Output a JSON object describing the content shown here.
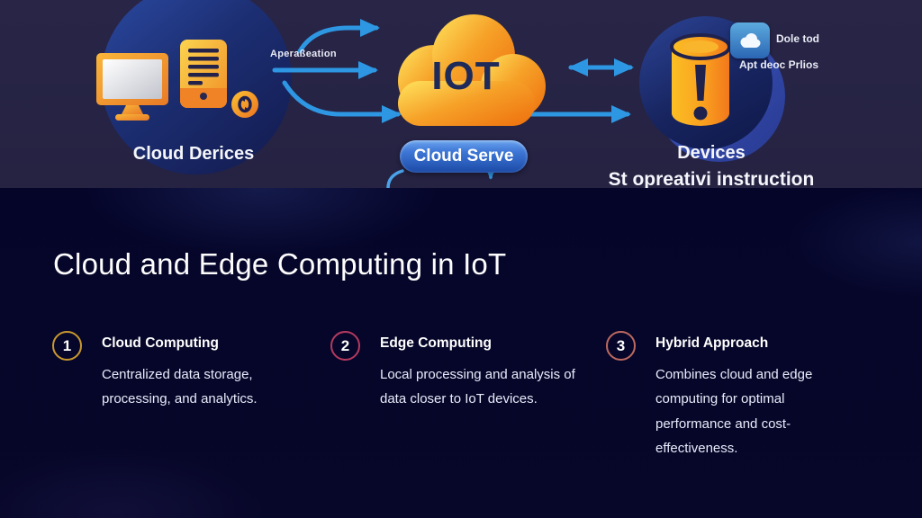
{
  "illustration": {
    "cloud_devices_label": "Cloud Derices",
    "flow_label": "Aperaßeation",
    "iot_cloud_label": "IOT",
    "cloud_server_label": "Cloud Serve",
    "app_badge_label_1": "Dole tod",
    "app_badge_label_2": "Apt deoc Prlios",
    "devices_label": "Devices",
    "devices_sublabel": "St opreativi instruction",
    "icons": {
      "monitor": "monitor-icon",
      "tablet": "tablet-icon",
      "sync": "sync-icon",
      "iot_cloud": "iot-cloud-icon",
      "database_alert": "database-alert-icon",
      "cloud_app": "cloud-app-icon"
    },
    "colors": {
      "top_background": "#262343",
      "arrow_blue": "#2e97e3",
      "cloud_gradient_start": "#ffe45e",
      "cloud_gradient_end": "#ef7511",
      "pill_blue": "#3e77d6",
      "blob_blue": "#1c2e72"
    }
  },
  "content": {
    "title": "Cloud and Edge Computing in IoT",
    "background_color": "#06052b",
    "items": [
      {
        "number": "1",
        "heading": "Cloud Computing",
        "body": "Centralized data storage, processing, and analytics.",
        "ring_color": "#c9992e",
        "ring_style": "border-color:#c9992e"
      },
      {
        "number": "2",
        "heading": "Edge Computing",
        "body": "Local processing and analysis of data closer to IoT devices.",
        "ring_color": "#b43a5f",
        "ring_style": "border-color:#b43a5f"
      },
      {
        "number": "3",
        "heading": "Hybrid Approach",
        "body": "Combines cloud and edge computing for optimal performance and cost-effectiveness.",
        "ring_color": "#bd6a60",
        "ring_style": "border-color:#bd6a60"
      }
    ]
  }
}
